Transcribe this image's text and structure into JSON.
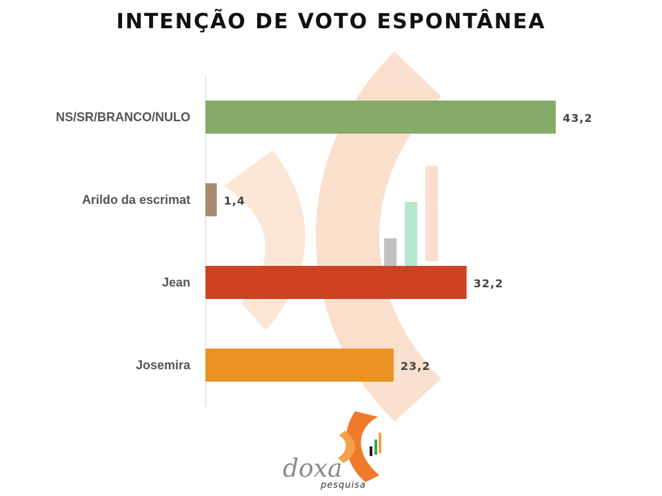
{
  "title": "INTENÇÃO DE VOTO ESPONTÂNEA",
  "chart_data": {
    "type": "bar",
    "orientation": "horizontal",
    "categories": [
      "NS/SR/BRANCO/NULO",
      "Arildo da escrimat",
      "Jean",
      "Josemira"
    ],
    "values": [
      43.2,
      1.4,
      32.2,
      23.2
    ],
    "value_labels": [
      "43,2",
      "1,4",
      "32,2",
      "23,2"
    ],
    "colors": [
      "#86aa68",
      "#a78b6d",
      "#cd4222",
      "#eb9223"
    ],
    "xlim": [
      0,
      45
    ],
    "grid": false,
    "legend": "none"
  },
  "logo": {
    "name": "doxa",
    "sub": "pesquisa",
    "colors": [
      "#f07a2a",
      "#f5a04a",
      "#222222",
      "#3aa35a"
    ]
  }
}
